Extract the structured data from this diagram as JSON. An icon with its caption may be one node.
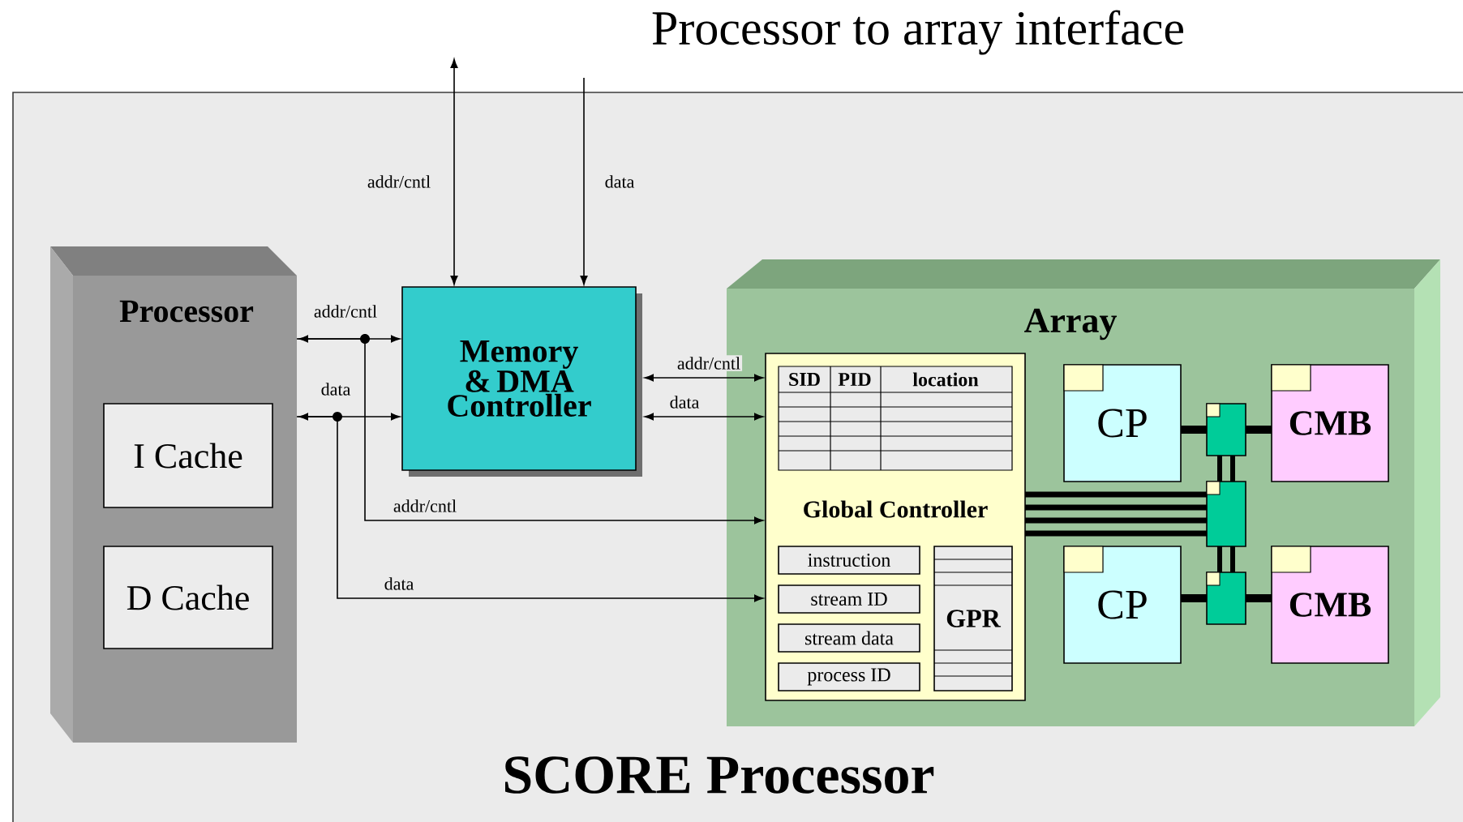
{
  "diagram": {
    "title": "Processor to array interface",
    "nodes": [
      {
        "text": [
          "SCORE Processor"
        ]
      },
      {
        "text": [
          "Processor"
        ],
        "in": 0
      },
      {
        "text": [
          "I Cache"
        ],
        "in": 1
      },
      {
        "text": [
          "D Cache"
        ],
        "in": 1
      },
      {
        "text": [
          "Memory & DMA Controller"
        ],
        "in": 0
      },
      {
        "text": [
          "Array"
        ],
        "in": 0
      },
      {
        "text": [
          "Global Controller"
        ],
        "in": 5
      },
      {
        "text": [
          "instruction"
        ],
        "in": 6
      },
      {
        "text": [
          "stream ID"
        ],
        "in": 6
      },
      {
        "text": [
          "stream data"
        ],
        "in": 6
      },
      {
        "text": [
          "process ID"
        ],
        "in": 6
      },
      {
        "text": [
          "GPR"
        ],
        "in": 6
      },
      {
        "text": [
          "CP"
        ],
        "in": 5
      },
      {
        "text": [
          "CMB"
        ],
        "in": 5
      },
      {
        "text": [
          "CP"
        ],
        "in": 5
      },
      {
        "text": [
          "CMB"
        ],
        "in": 5
      },
      {
        "text": [],
        "shape": "box",
        "in": 5
      },
      {
        "text": [],
        "shape": "box",
        "in": 5
      },
      {
        "text": [],
        "shape": "box",
        "in": 5
      }
    ],
    "edges": [
      {
        "from": 4,
        "to": null,
        "arrow": "both",
        "label": "addr/cntl"
      },
      {
        "from": null,
        "to": 4,
        "arrow": "to",
        "label": "data"
      },
      {
        "from": 1,
        "to": 4,
        "arrow": "both",
        "label": "addr/cntl"
      },
      {
        "from": 1,
        "to": 4,
        "arrow": "both",
        "label": "data"
      },
      {
        "from": 1,
        "to": 6,
        "arrow": "to",
        "label": "addr/cntl"
      },
      {
        "from": 1,
        "to": 6,
        "arrow": "to",
        "label": "data"
      },
      {
        "from": 4,
        "to": 6,
        "arrow": "both",
        "label": "addr/cntl"
      },
      {
        "from": 4,
        "to": 6,
        "arrow": "both",
        "label": "data"
      },
      {
        "from": 6,
        "to": 17,
        "arrow": "none"
      },
      {
        "from": 6,
        "to": 17,
        "arrow": "none"
      },
      {
        "from": 6,
        "to": 17,
        "arrow": "none"
      },
      {
        "from": 6,
        "to": 17,
        "arrow": "none"
      },
      {
        "from": 12,
        "to": 16,
        "arrow": "none"
      },
      {
        "from": 16,
        "to": 13,
        "arrow": "none"
      },
      {
        "from": 16,
        "to": 17,
        "arrow": "none"
      },
      {
        "from": 16,
        "to": 17,
        "arrow": "none"
      },
      {
        "from": 17,
        "to": 18,
        "arrow": "none"
      },
      {
        "from": 17,
        "to": 18,
        "arrow": "none"
      },
      {
        "from": 14,
        "to": 18,
        "arrow": "none"
      },
      {
        "from": 18,
        "to": 15,
        "arrow": "none"
      }
    ],
    "labels": [
      "SID",
      "PID",
      "location"
    ]
  }
}
